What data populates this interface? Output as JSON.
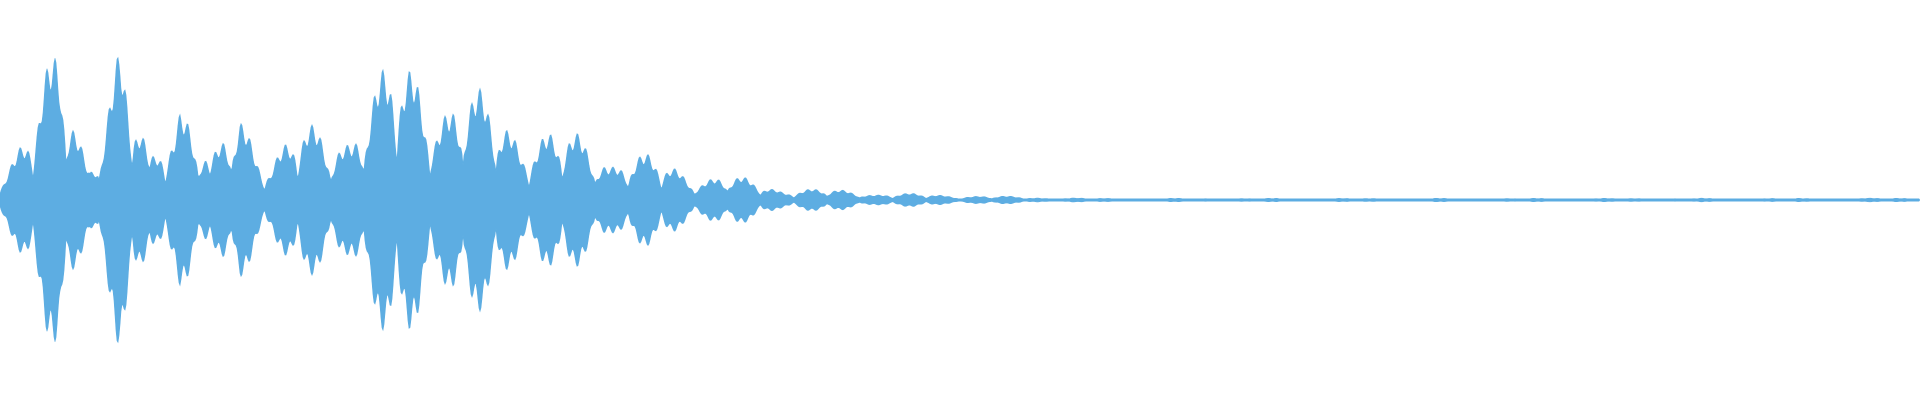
{
  "waveform": {
    "color": "#5DADE2",
    "background": "#FFFFFF",
    "envelope_peaks": [
      0.22,
      0.45,
      0.98,
      0.3,
      0.91,
      0.25,
      0.82,
      0.2,
      0.6,
      0.3,
      0.45,
      0.4,
      0.65,
      0.8,
      0.85,
      0.72,
      0.62,
      0.55,
      0.45,
      0.4,
      0.35,
      0.3,
      0.24,
      0.18,
      0.16,
      0.12,
      0.08,
      0.07,
      0.06,
      0.05,
      0.04,
      0.035,
      0.03,
      0.025,
      0.02,
      0.015,
      0.012,
      0.01,
      0.01,
      0.01,
      0.01,
      0.01,
      0.01,
      0.01,
      0.01,
      0.01,
      0.01,
      0.01,
      0.01,
      0.01,
      0.01,
      0.01,
      0.01,
      0.01,
      0.01,
      0.01,
      0.01,
      0.01,
      0.01,
      0.01,
      0.01,
      0.01,
      0.01,
      0.012,
      0.012
    ]
  }
}
